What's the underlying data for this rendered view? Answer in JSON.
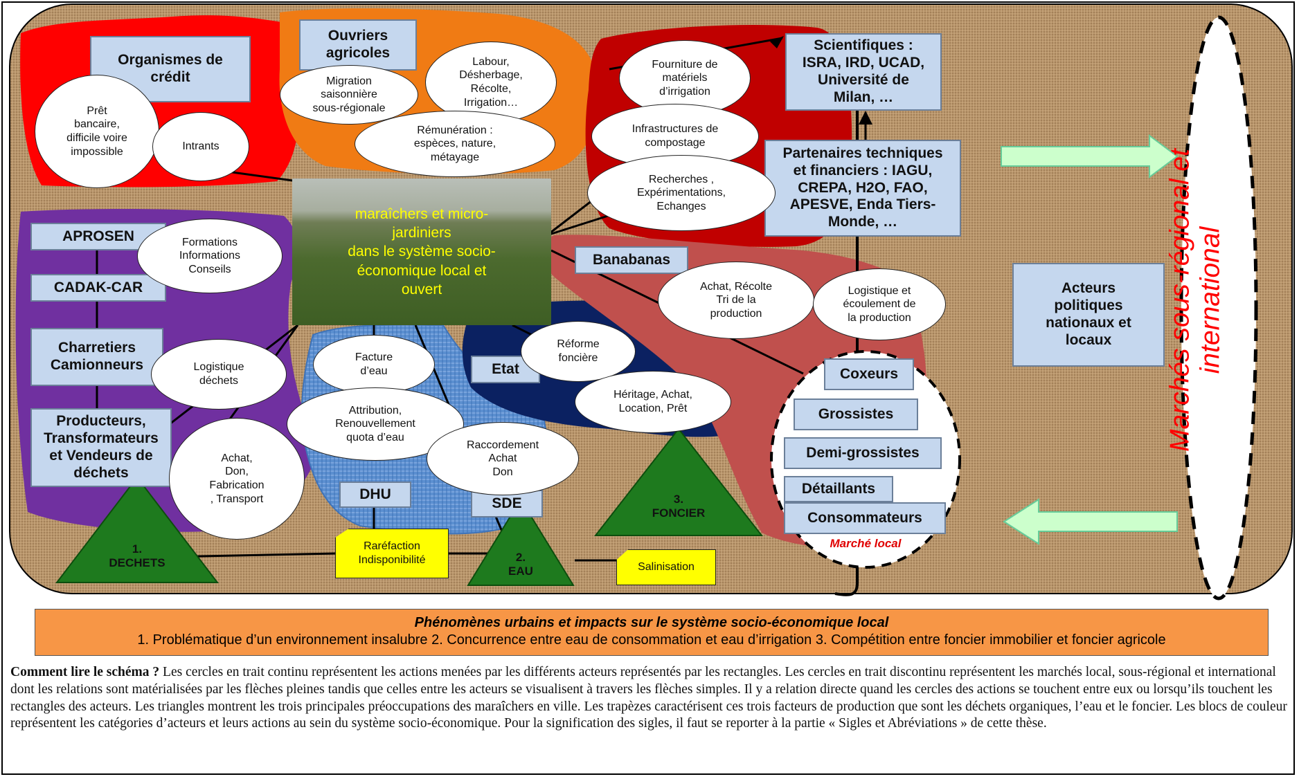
{
  "actors": {
    "organismes_credit": "Organismes de\ncrédit",
    "ouvriers_agricoles": "Ouvriers\nagricoles",
    "scientifiques": "Scientifiques :\nISRA, IRD, UCAD,\nUniversité de\nMilan, …",
    "partenaires": "Partenaires techniques\net financiers : IAGU,\nCREPA, H2O, FAO,\nAPESVE, Enda Tiers-\nMonde, …",
    "aprosen": "APROSEN",
    "cadak": "CADAK-CAR",
    "charretiers": "Charretiers\nCamionneurs",
    "producteurs": "Producteurs,\nTransformateurs\net Vendeurs de\ndéchets",
    "banabanas": "Banabanas",
    "etat": "Etat",
    "dhu": "DHU",
    "sde": "SDE",
    "acteurs_politiques": "Acteurs\npolitiques\nnationaux et\nlocaux",
    "coxeurs": "Coxeurs",
    "grossistes": "Grossistes",
    "demi_grossistes": "Demi-grossistes",
    "detaillants": "Détaillants",
    "consommateurs": "Consommateurs"
  },
  "actions": {
    "pret": "Prêt\nbancaire,\ndifficile voire\nimpossible",
    "intrants": "Intrants",
    "migration": "Migration\nsaisonnière\nsous-régionale",
    "labour": "Labour,\nDésherbage,\nRécolte,\nIrrigation…",
    "remuneration": "Rémunération :\nespèces, nature,\nmétayage",
    "fourniture": "Fourniture de\nmatériels\nd’irrigation",
    "infrastructures": "Infrastructures de\ncompostage",
    "recherches": "Recherches ,\nExpérimentations,\nEchanges",
    "formations": "Formations\nInformations\nConseils",
    "logistique_dechets": "Logistique\ndéchets",
    "achat_don": "Achat,\nDon,\nFabrication\n, Transport",
    "facture": "Facture\nd’eau",
    "attribution": "Attribution,\nRenouvellement\nquota d’eau",
    "raccordement": "Raccordement\nAchat\nDon",
    "reforme": "Réforme\nfoncière",
    "heritage": "Héritage, Achat,\nLocation, Prêt",
    "achat_recolte": "Achat,  Récolte\nTri de la\nproduction",
    "logistique_prod": "Logistique et\nécoulement de\nla production"
  },
  "center_label": "maraîchers et micro-\njardiniers\ndans le système socio-\néconomique local et\nouvert",
  "triangles": {
    "dechets": "1.\nDECHETS",
    "eau": "2.\nEAU",
    "foncier": "3.\nFONCIER"
  },
  "trapezes": {
    "rarefaction": "Raréfaction\nIndisponibilité",
    "salinisation": "Salinisation"
  },
  "marche_local": "Marché local",
  "marches_international": "Marchés sous-régional et\ninternational",
  "banner": {
    "title": "Phénomènes urbains et impacts sur le système socio-économique local",
    "subtitle": "1. Problématique d’un environnement insalubre 2. Concurrence entre eau de consommation et eau d’irrigation 3. Compétition entre foncier immobilier et foncier agricole"
  },
  "legend": {
    "lead": "Comment lire le schéma ?",
    "text": " Les cercles en trait continu représentent les actions menées par les différents acteurs représentés par les rectangles. Les cercles en trait discontinu représentent les marchés local, sous-régional et international dont les relations sont matérialisées par les flèches pleines tandis que celles entre les acteurs se visualisent à travers les flèches simples. Il y a relation directe quand les cercles des actions se touchent entre eux ou lorsqu’ils touchent les rectangles des acteurs. Les triangles montrent les trois principales préoccupations des maraîchers en ville. Les trapèzes caractérisent ces trois facteurs de production que sont les déchets organiques, l’eau et le foncier. Les blocs de couleur représentent les catégories d’acteurs et leurs actions au sein du système socio-économique. Pour la signification des sigles, il faut se reporter à la partie « Sigles et Abréviations » de cette thèse."
  },
  "colors": {
    "burlap": "#b8956b",
    "red_block": "#ff0000",
    "orange_block": "#f07b14",
    "darkred_block": "#c00000",
    "purple_block": "#7030a0",
    "blue_block": "#5b8fd0",
    "navy_block": "#0b2161",
    "rose_block": "#c0504d",
    "triangle": "#1e7a1e",
    "box_fill": "#c5d7ee",
    "arrow_fill": "#ccffcc",
    "banner": "#f79646"
  }
}
